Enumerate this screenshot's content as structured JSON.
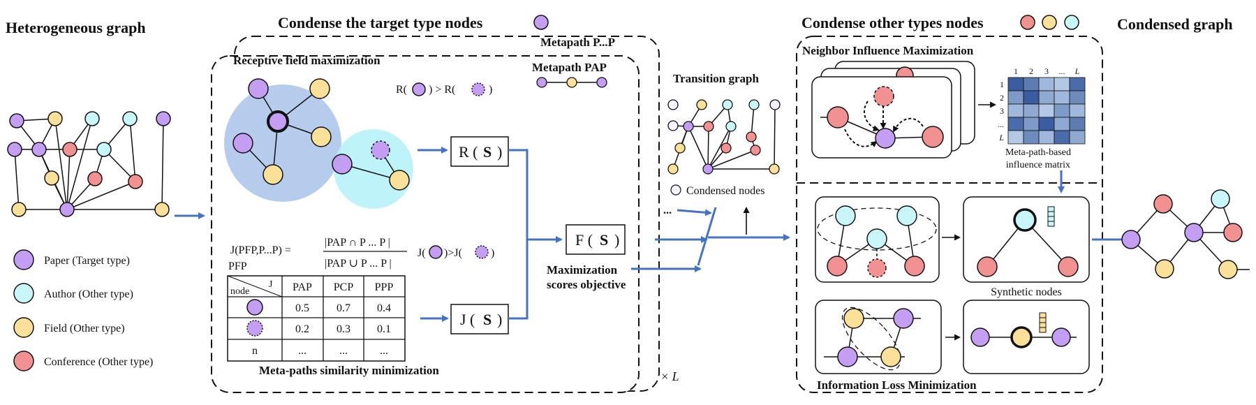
{
  "titles": {
    "heterogeneous": "Heterogeneous graph",
    "condense_target": "Condense the target type nodes",
    "condense_other": "Condense other types nodes",
    "condensed": "Condensed graph",
    "transition": "Transition graph"
  },
  "legend": [
    {
      "label": "Paper (Target type)",
      "color": "#c49ef2"
    },
    {
      "label": "Author (Other type)",
      "color": "#c9f6f8"
    },
    {
      "label": "Field (Other type)",
      "color": "#fbe09a"
    },
    {
      "label": "Conference (Other type)",
      "color": "#f29191"
    }
  ],
  "colors": {
    "paper": "#c49ef2",
    "author": "#c9f6f8",
    "field": "#fbe09a",
    "conference": "#f29191",
    "flow": "#4472c4",
    "circle_big": "#9dbbe6",
    "circle_small": "#b3f2f8"
  },
  "target": {
    "metapath_pp": "Metapath P...P",
    "metapath_pap": "Metapath PAP",
    "receptive": "Receptive field maximization",
    "r_cmp_a": "R(",
    "r_cmp_b": ") > R(",
    "r_cmp_c": ")",
    "r_box_a": "R (",
    "r_box_s": "S",
    "r_box_b": ")",
    "j_box_a": "J (",
    "j_box_s": "S",
    "j_box_b": ")",
    "f_box_a": "F (",
    "f_box_s": "S",
    "f_box_b": ")",
    "formula_left": "J(PFP,P...P) =",
    "formula_left2": "PFP",
    "formula_num": "|PAP  ∩ P ... P |",
    "formula_den": "|PAP  ∪ P ... P |",
    "j_cmp_a": "J(",
    "j_cmp_b": ")>J(",
    "j_cmp_c": ")",
    "objective_1": "Maximization",
    "objective_2": "scores objective",
    "similarity": "Meta-paths similarity minimization",
    "times_l": "× L",
    "table": {
      "corner_top": "J",
      "corner_bottom": "node",
      "headers": [
        "PAP",
        "PCP",
        "PPP"
      ],
      "rows": [
        [
          "0.5",
          "0.7",
          "0.4"
        ],
        [
          "0.2",
          "0.3",
          "0.1"
        ],
        [
          "...",
          "...",
          "..."
        ]
      ],
      "row3_label": "n"
    }
  },
  "transition": {
    "condensed_nodes": "Condensed nodes",
    "dots": "..."
  },
  "other": {
    "neighbor": "Neighbor Influence Maximization",
    "matrix_caption": [
      "Meta-path-based",
      "influence matrix"
    ],
    "matrix_cols": [
      "1",
      "2",
      "3",
      "...",
      "L"
    ],
    "matrix_rows": [
      "1",
      "2",
      "3",
      "...",
      "L"
    ],
    "matrix_values": [
      [
        0.9,
        0.7,
        0.3,
        0.2,
        0.8
      ],
      [
        0.5,
        0.9,
        0.4,
        0.3,
        0.6
      ],
      [
        0.3,
        0.4,
        0.2,
        0.5,
        0.3
      ],
      [
        0.8,
        0.5,
        0.9,
        0.4,
        0.7
      ],
      [
        0.2,
        0.6,
        0.3,
        0.8,
        0.4
      ]
    ],
    "synthetic": "Synthetic nodes",
    "info_loss": "Information Loss Minimization"
  }
}
